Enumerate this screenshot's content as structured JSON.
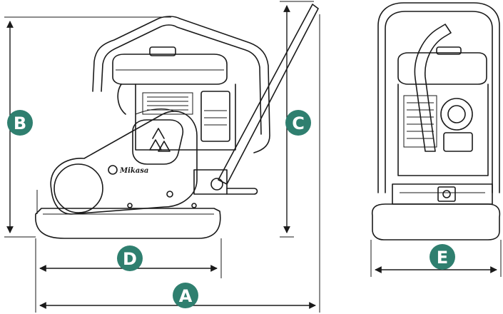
{
  "diagram": {
    "dimensions": [
      {
        "id": "A",
        "label": "A"
      },
      {
        "id": "B",
        "label": "B"
      },
      {
        "id": "C",
        "label": "C"
      },
      {
        "id": "D",
        "label": "D"
      },
      {
        "id": "E",
        "label": "E"
      }
    ],
    "brand_logo": "Mikasa",
    "badge_color": "#2f7f6f",
    "line_color": "#1a1a1a"
  }
}
